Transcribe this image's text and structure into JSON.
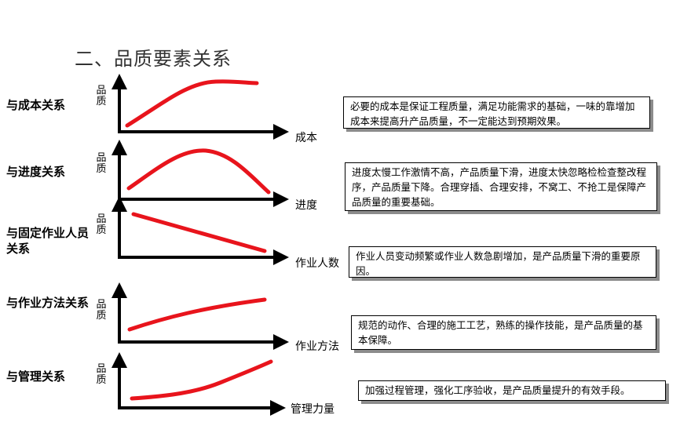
{
  "title": "二、品质要素关系",
  "y_axis_label": "品质",
  "colors": {
    "curve": "#e8141c",
    "axis": "#000000"
  },
  "rows": [
    {
      "relation": "与成本关系",
      "x_label": "成本",
      "description": "必要的成本是保证工程质量，满足功能需求的基础，一味的靠增加成本来提高升产品质量，不一定能达到预期效果。"
    },
    {
      "relation": "与进度关系",
      "x_label": "进度",
      "description": "进度太慢工作激情不高，产品质量下滑，进度太快忽略检检查整改程序，产品质量下降。合理穿插、合理安排，不窝工、不抢工是保障产品质量的重要基础。"
    },
    {
      "relation": "与固定作业人员关系",
      "x_label": "作业人数",
      "description": "作业人员变动频繁或作业人数急剧增加，是产品质量下滑的重要原因。"
    },
    {
      "relation": "与作业方法关系",
      "x_label": "作业方法",
      "description": "规范的动作、合理的施工工艺，熟练的操作技能，是产品质量的基本保障。"
    },
    {
      "relation": "与管理关系",
      "x_label": "管理力量",
      "description": "加强过程管理，强化工序验收，是产品质量提升的有效手段。"
    }
  ]
}
